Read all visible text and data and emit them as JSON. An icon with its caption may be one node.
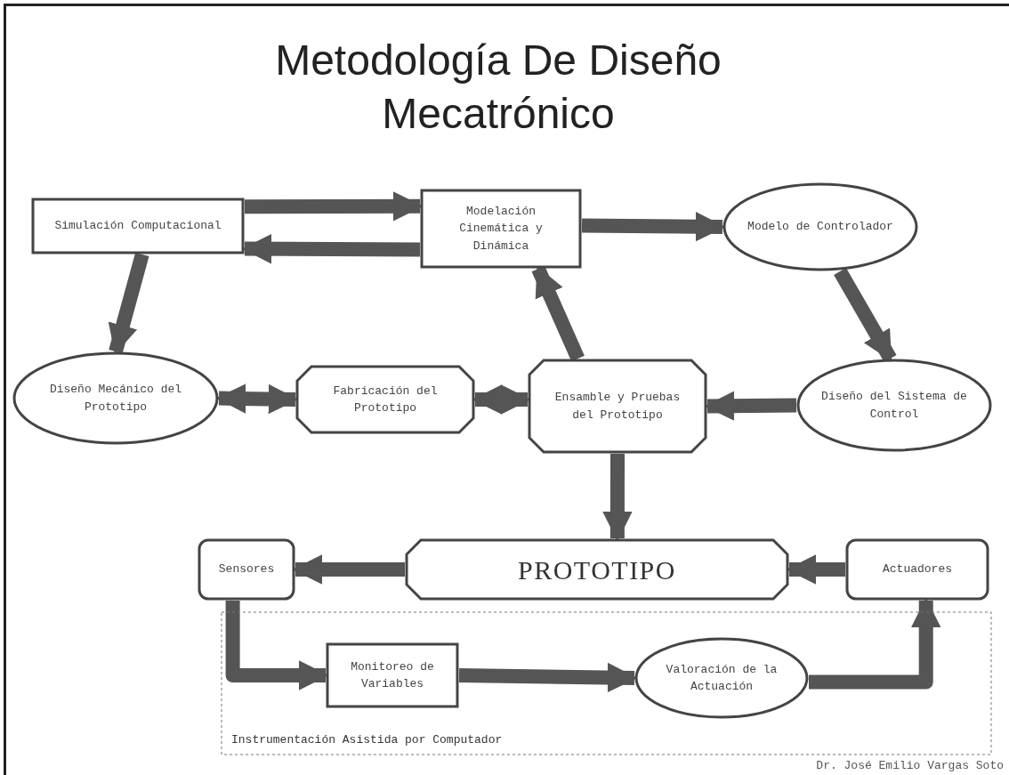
{
  "diagram": {
    "title": "Metodología De Diseño Mecatrónico",
    "nodes": [
      {
        "text": [
          "Simulación Computacional"
        ]
      },
      {
        "text": [
          "Modelación Cinemática y Dinámica"
        ]
      },
      {
        "text": [
          "Modelo de Controlador"
        ]
      },
      {
        "text": [
          "Diseño Mecánico del Prototipo"
        ]
      },
      {
        "text": [
          "Fabricación del Prototipo"
        ]
      },
      {
        "text": [
          "Ensamble y Pruebas del Prototipo"
        ]
      },
      {
        "text": [
          "Diseño del Sistema de Control"
        ]
      },
      {
        "text": [
          "Sensores"
        ]
      },
      {
        "text": [
          "PROTOTIPO"
        ]
      },
      {
        "text": [
          "Actuadores"
        ]
      },
      {
        "text": [
          "Instrumentación Asistida por Computador"
        ]
      },
      {
        "text": [
          "Monitoreo de Variables"
        ],
        "in": 10
      },
      {
        "text": [
          "Valoración de la Actuación"
        ],
        "in": 10
      }
    ],
    "edges": [
      {
        "from": 0,
        "to": 1,
        "arrow": "to"
      },
      {
        "from": 1,
        "to": 0,
        "arrow": "to"
      },
      {
        "from": 1,
        "to": 2,
        "arrow": "to"
      },
      {
        "from": 0,
        "to": 3,
        "arrow": "to"
      },
      {
        "from": 2,
        "to": 6,
        "arrow": "to"
      },
      {
        "from": 5,
        "to": 1,
        "arrow": "to"
      },
      {
        "from": 6,
        "to": 5,
        "arrow": "to"
      },
      {
        "from": 3,
        "to": 4,
        "arrow": "both"
      },
      {
        "from": 4,
        "to": 5,
        "arrow": "both"
      },
      {
        "from": 5,
        "to": 8,
        "arrow": "to"
      },
      {
        "from": 8,
        "to": 7,
        "arrow": "to"
      },
      {
        "from": 9,
        "to": 8,
        "arrow": "to"
      },
      {
        "from": 7,
        "to": 11,
        "arrow": "to"
      },
      {
        "from": 11,
        "to": 12,
        "arrow": "to"
      },
      {
        "from": 12,
        "to": 9,
        "arrow": "to"
      }
    ],
    "labels": [
      "Dr. José Emilio Vargas Soto"
    ]
  }
}
